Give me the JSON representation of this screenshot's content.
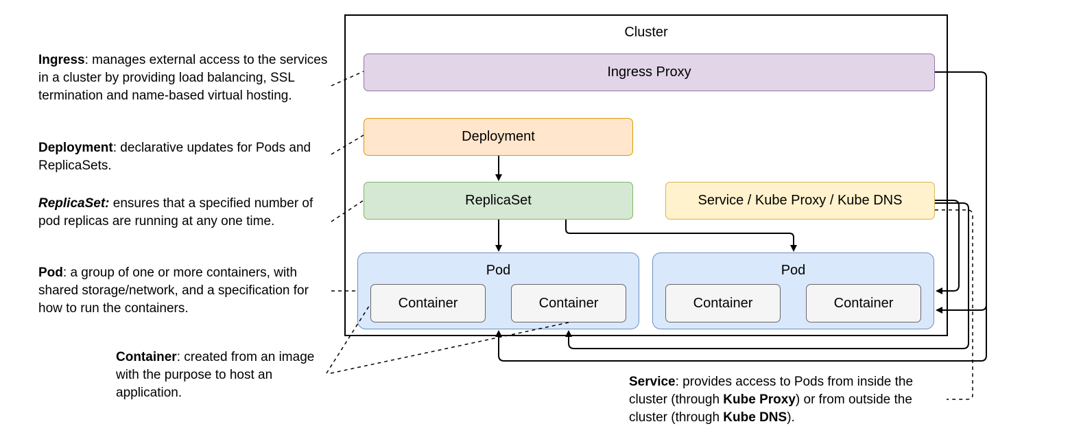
{
  "cluster": {
    "label": "Cluster"
  },
  "boxes": {
    "ingress_proxy": "Ingress Proxy",
    "deployment": "Deployment",
    "replicaset": "ReplicaSet",
    "service": "Service / Kube Proxy / Kube DNS",
    "pod_left": {
      "label": "Pod",
      "containers": [
        "Container",
        "Container"
      ]
    },
    "pod_right": {
      "label": "Pod",
      "containers": [
        "Container",
        "Container"
      ]
    }
  },
  "notes": {
    "ingress": {
      "term": "Ingress",
      "text": ": manages external access to the services in a cluster by providing load balancing, SSL termination and name-based virtual hosting."
    },
    "deployment": {
      "term": "Deployment",
      "text": ": declarative updates for Pods and ReplicaSets."
    },
    "replicaset": {
      "term": "ReplicaSet:",
      "text": " ensures that a specified number of pod replicas are running at any one time."
    },
    "pod": {
      "term": "Pod",
      "text": ": a group of one or more containers, with shared storage/network, and a specification for how to run the containers."
    },
    "container": {
      "term": "Container",
      "text": ": created from an image with the purpose to host an application."
    },
    "service": {
      "term": "Service",
      "text1": ": provides access to Pods from inside the cluster (through ",
      "kube_proxy": "Kube Proxy",
      "text2": ") or from outside the cluster (through ",
      "kube_dns": "Kube DNS",
      "text3": ")."
    }
  },
  "colors": {
    "ingress_fill": "#e1d5e7",
    "ingress_border": "#9673a6",
    "deployment_fill": "#ffe6cc",
    "deployment_border": "#d79b00",
    "replicaset_fill": "#d5e8d4",
    "replicaset_border": "#82b366",
    "service_fill": "#fff2cc",
    "service_border": "#d6b656",
    "pod_fill": "#dae8fc",
    "pod_border": "#6c8ebf",
    "container_fill": "#f5f5f5",
    "container_border": "#666666"
  }
}
